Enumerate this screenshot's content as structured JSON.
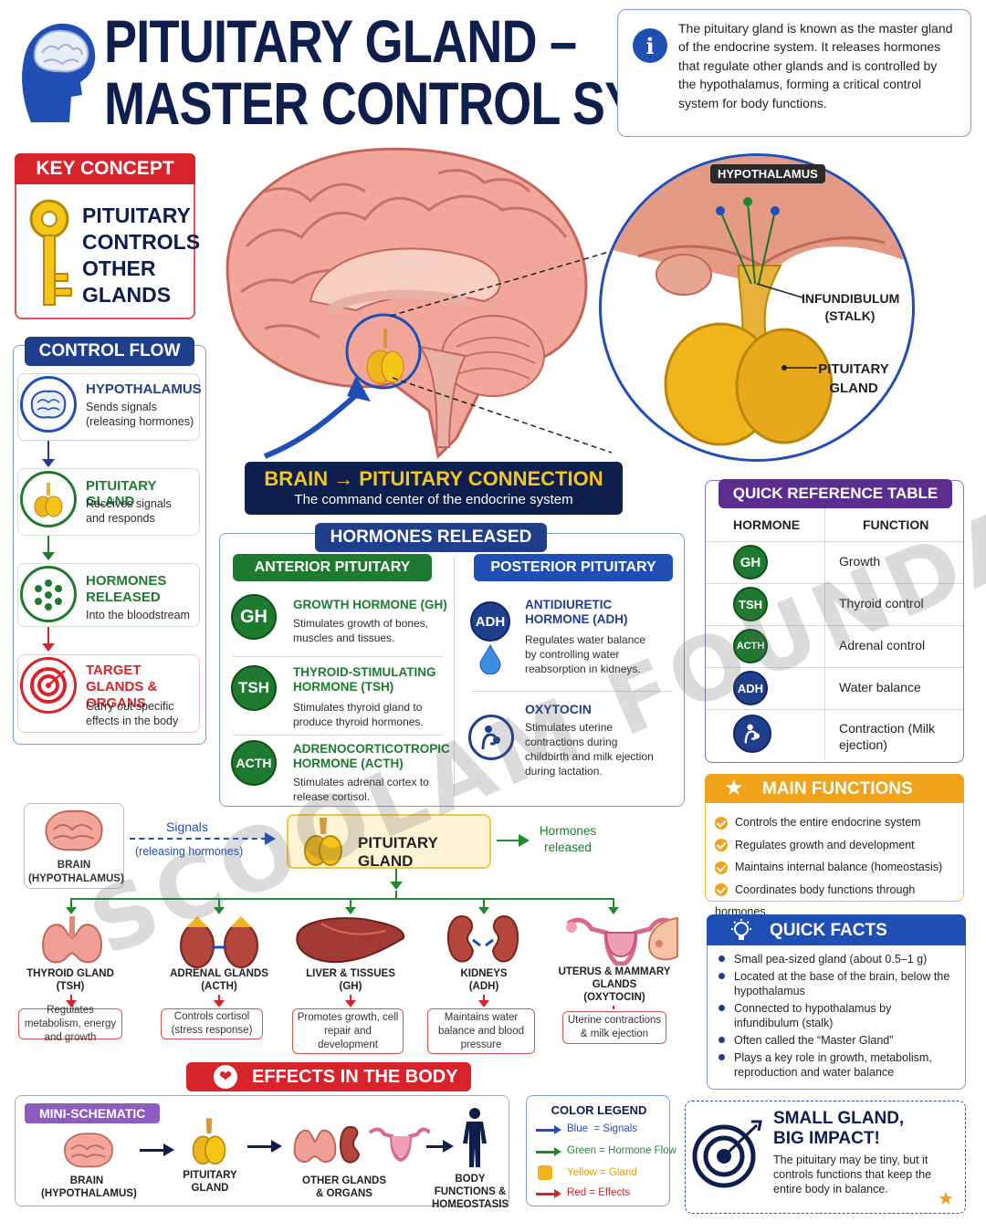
{
  "title": {
    "line1": "PITUITARY GLAND –",
    "line2": "MASTER CONTROL SYSTEM"
  },
  "info": {
    "text": "The pituitary gland is known as the master gland of the endocrine system. It releases hormones that regulate other glands and is controlled by the hypothalamus, forming a critical control system for body functions."
  },
  "key_concept": {
    "header": "KEY CONCEPT",
    "text_lines": [
      "PITUITARY",
      "CONTROLS",
      "OTHER",
      "GLANDS"
    ]
  },
  "control_flow": {
    "header": "CONTROL FLOW",
    "steps": [
      {
        "title": "HYPOTHALAMUS",
        "desc": "Sends signals (releasing hormones)"
      },
      {
        "title": "PITUITARY GLAND",
        "desc": "Receives signals and responds"
      },
      {
        "title": "HORMONES RELEASED",
        "desc": "Into the bloodstream"
      },
      {
        "title": "TARGET GLANDS & ORGANS",
        "desc": "Carry out specific effects in the body"
      }
    ]
  },
  "zoom_labels": {
    "hypothalamus": "HYPOTHALAMUS",
    "infundibulum": "INFUNDIBULUM (STALK)",
    "pituitary": "PITUITARY GLAND"
  },
  "connection_banner": {
    "title": "BRAIN → PITUITARY CONNECTION",
    "subtitle": "The command center of the endocrine system"
  },
  "hormones": {
    "header": "HORMONES RELEASED",
    "anterior": {
      "header": "ANTERIOR PITUITARY",
      "items": [
        {
          "abbr": "GH",
          "name": "GROWTH HORMONE (GH)",
          "desc": "Stimulates growth of bones, muscles and tissues."
        },
        {
          "abbr": "TSH",
          "name": "THYROID-STIMULATING HORMONE (TSH)",
          "desc": "Stimulates thyroid gland to produce thyroid hormones."
        },
        {
          "abbr": "ACTH",
          "name": "ADRENOCORTICOTROPIC HORMONE (ACTH)",
          "desc": "Stimulates adrenal cortex to release cortisol."
        }
      ]
    },
    "posterior": {
      "header": "POSTERIOR PITUITARY",
      "items": [
        {
          "abbr": "ADH",
          "name": "ANTIDIURETIC HORMONE (ADH)",
          "desc": "Regulates water balance by controlling water reabsorption in kidneys."
        },
        {
          "abbr": "",
          "name": "OXYTOCIN",
          "desc": "Stimulates uterine contractions during childbirth and milk ejection during lactation."
        }
      ]
    }
  },
  "quick_ref": {
    "header": "QUICK REFERENCE TABLE",
    "col1": "HORMONE",
    "col2": "FUNCTION",
    "rows": [
      {
        "hormone": "GH",
        "function": "Growth"
      },
      {
        "hormone": "TSH",
        "function": "Thyroid control"
      },
      {
        "hormone": "ACTH",
        "function": "Adrenal control"
      },
      {
        "hormone": "ADH",
        "function": "Water balance"
      },
      {
        "hormone": "",
        "function": "Contraction (Milk ejection)"
      }
    ]
  },
  "main_functions": {
    "header": "MAIN FUNCTIONS",
    "items": [
      "Controls the entire endocrine system",
      "Regulates growth and development",
      "Maintains internal balance (homeostasis)",
      "Coordinates body functions through hormones"
    ]
  },
  "quick_facts": {
    "header": "QUICK FACTS",
    "items": [
      "Small pea-sized gland (about 0.5–1 g)",
      "Located at the base of the brain, below the hypothalamus",
      "Connected to hypothalamus by infundibulum (stalk)",
      "Often called the “Master Gland”",
      "Plays a key role in growth, metabolism, reproduction and water balance"
    ]
  },
  "flow": {
    "brain_label": "BRAIN (HYPOTHALAMUS)",
    "signals": "Signals",
    "signals_sub": "(releasing hormones)",
    "pituitary": "PITUITARY GLAND",
    "released": "Hormones released"
  },
  "targets": [
    {
      "name": "THYROID GLAND",
      "abbr": "(TSH)",
      "effect": "Regulates metabolism, energy and growth"
    },
    {
      "name": "ADRENAL GLANDS",
      "abbr": "(ACTH)",
      "effect": "Controls cortisol (stress response)"
    },
    {
      "name": "LIVER & TISSUES",
      "abbr": "(GH)",
      "effect": "Promotes growth, cell repair and development"
    },
    {
      "name": "KIDNEYS",
      "abbr": "(ADH)",
      "effect": "Maintains water balance and blood pressure"
    },
    {
      "name": "UTERUS & MAMMARY GLANDS",
      "abbr": "(OXYTOCIN)",
      "effect": "Uterine contractions & milk ejection"
    }
  ],
  "effects_banner": "EFFECTS IN THE BODY",
  "mini": {
    "header": "MINI-SCHEMATIC",
    "steps": [
      "BRAIN (HYPOTHALAMUS)",
      "PITUITARY GLAND",
      "OTHER GLANDS & ORGANS",
      "BODY FUNCTIONS & HOMEOSTASIS"
    ]
  },
  "legend": {
    "header": "COLOR LEGEND",
    "items": [
      {
        "text": "Blue  = Signals",
        "color": "#1f4fb5"
      },
      {
        "text": "Green = Hormone Flow",
        "color": "#1e8a2e"
      },
      {
        "text": "Yellow = Gland",
        "color": "#f0b51c"
      },
      {
        "text": "Red = Effects",
        "color": "#d8232a"
      }
    ]
  },
  "impact": {
    "title_line1": "SMALL GLAND,",
    "title_line2": "BIG IMPACT!",
    "text": "The pituitary may be tiny, but it controls functions that keep the entire body in balance."
  },
  "watermark": "SCOOLAM FOUNDATION",
  "colors": {
    "navy": "#0f1f4d",
    "green": "#1e7a2e",
    "blue": "#1f3f8c",
    "red": "#d8232a",
    "purple": "#5b2d8e",
    "gold": "#f0a21a"
  }
}
